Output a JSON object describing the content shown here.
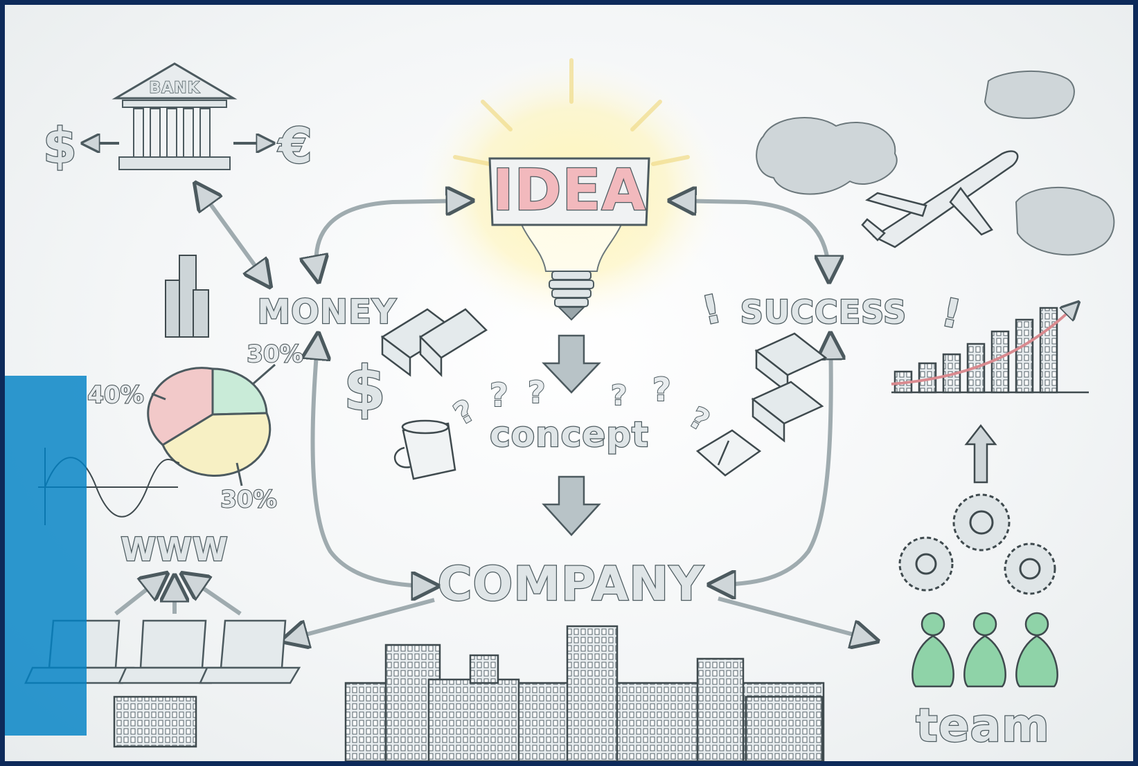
{
  "diagram": {
    "center": {
      "label": "IDEA"
    },
    "stage_2": {
      "label": "concept"
    },
    "stage_3": {
      "label": "COMPANY"
    },
    "left_node": {
      "label": "MONEY"
    },
    "right_node": {
      "label": "SUCCESS"
    },
    "bank": {
      "label": "BANK",
      "currency_left": "$",
      "currency_right": "€"
    },
    "pie": {
      "slices": [
        {
          "label": "40%",
          "value": 40,
          "color": "#f2c9c9"
        },
        {
          "label": "30%",
          "value": 30,
          "color": "#c9ebd8"
        },
        {
          "label": "30%",
          "value": 30,
          "color": "#f7f0c4"
        }
      ]
    },
    "web": {
      "label": "WWW"
    },
    "team": {
      "label": "team"
    },
    "money_symbol": "$",
    "question_mark": "?",
    "exclamation": "!"
  },
  "colors": {
    "frame": "#0d2a5a",
    "overlay": "#0081c4",
    "sketch_stroke": "#4c5a5f",
    "idea_fill": "#f2b9bd",
    "glow": "#fff3b0",
    "team_green": "#8fd3a8"
  }
}
